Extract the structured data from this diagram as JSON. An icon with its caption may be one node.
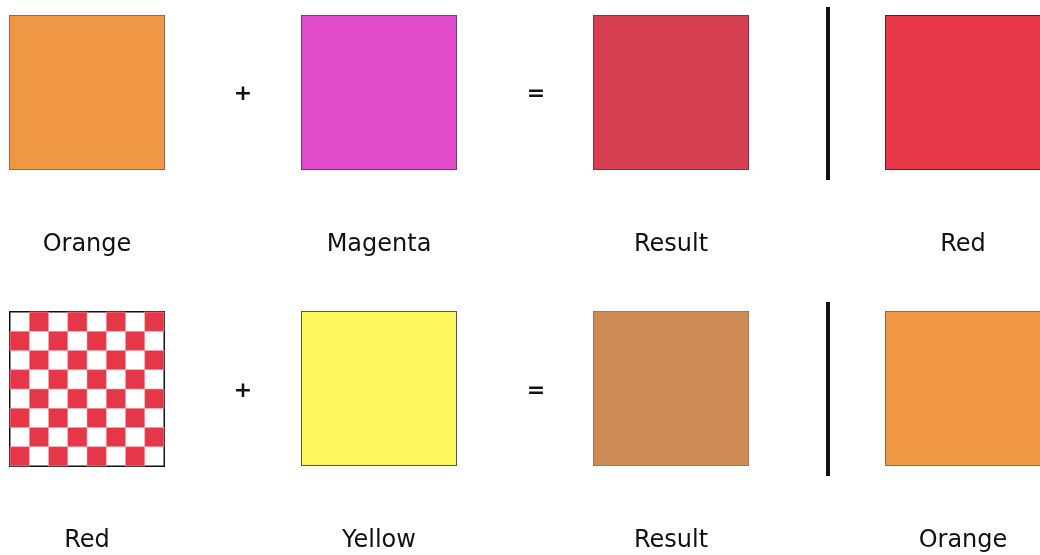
{
  "diagram": {
    "nodes": [
      {
        "text": [
          "Orange"
        ]
      },
      {
        "text": [
          "Magenta"
        ]
      },
      {
        "text": [
          "Result"
        ]
      },
      {
        "text": [
          "Red"
        ]
      },
      {
        "text": [
          "Red"
        ]
      },
      {
        "text": [
          "Yellow"
        ]
      },
      {
        "text": [
          "Result"
        ]
      },
      {
        "text": [
          "Orange"
        ]
      }
    ],
    "labels": [
      "+",
      "=",
      "+",
      "="
    ]
  }
}
